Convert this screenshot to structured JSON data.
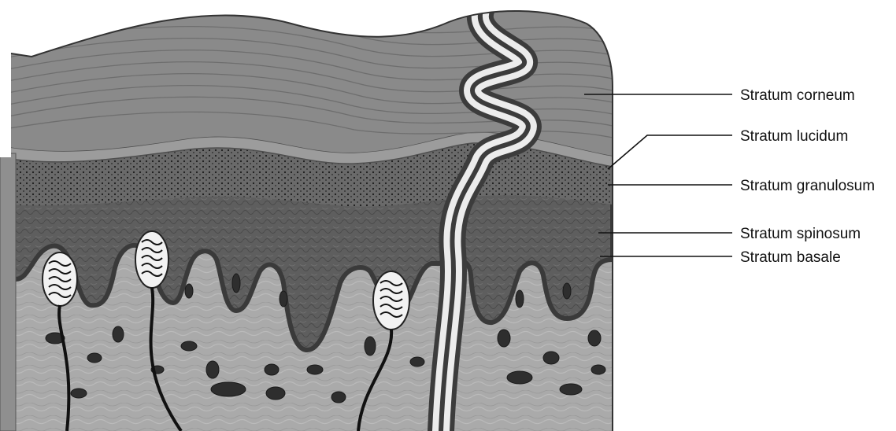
{
  "labels": {
    "corneum": "Stratum corneum",
    "lucidum": "Stratum lucidum",
    "granulosum": "Stratum granulosum",
    "spinosum": "Stratum spinosum",
    "basale": "Stratum basale"
  },
  "colors": {
    "corneum": "#8a8a8a",
    "corneum_lines": "#6e6e6e",
    "lucidum": "#9c9c9c",
    "granulosum": "#6a6a6a",
    "spinosum": "#5e5e5e",
    "basale": "#4a4a4a",
    "dermis": "#aaaaaa",
    "duct_light": "#ececec",
    "duct_dark": "#3c3c3c",
    "corpuscle": "#f2f2f2",
    "nerve": "#111111",
    "cell": "#2e2e2e",
    "leader": "#111111"
  }
}
